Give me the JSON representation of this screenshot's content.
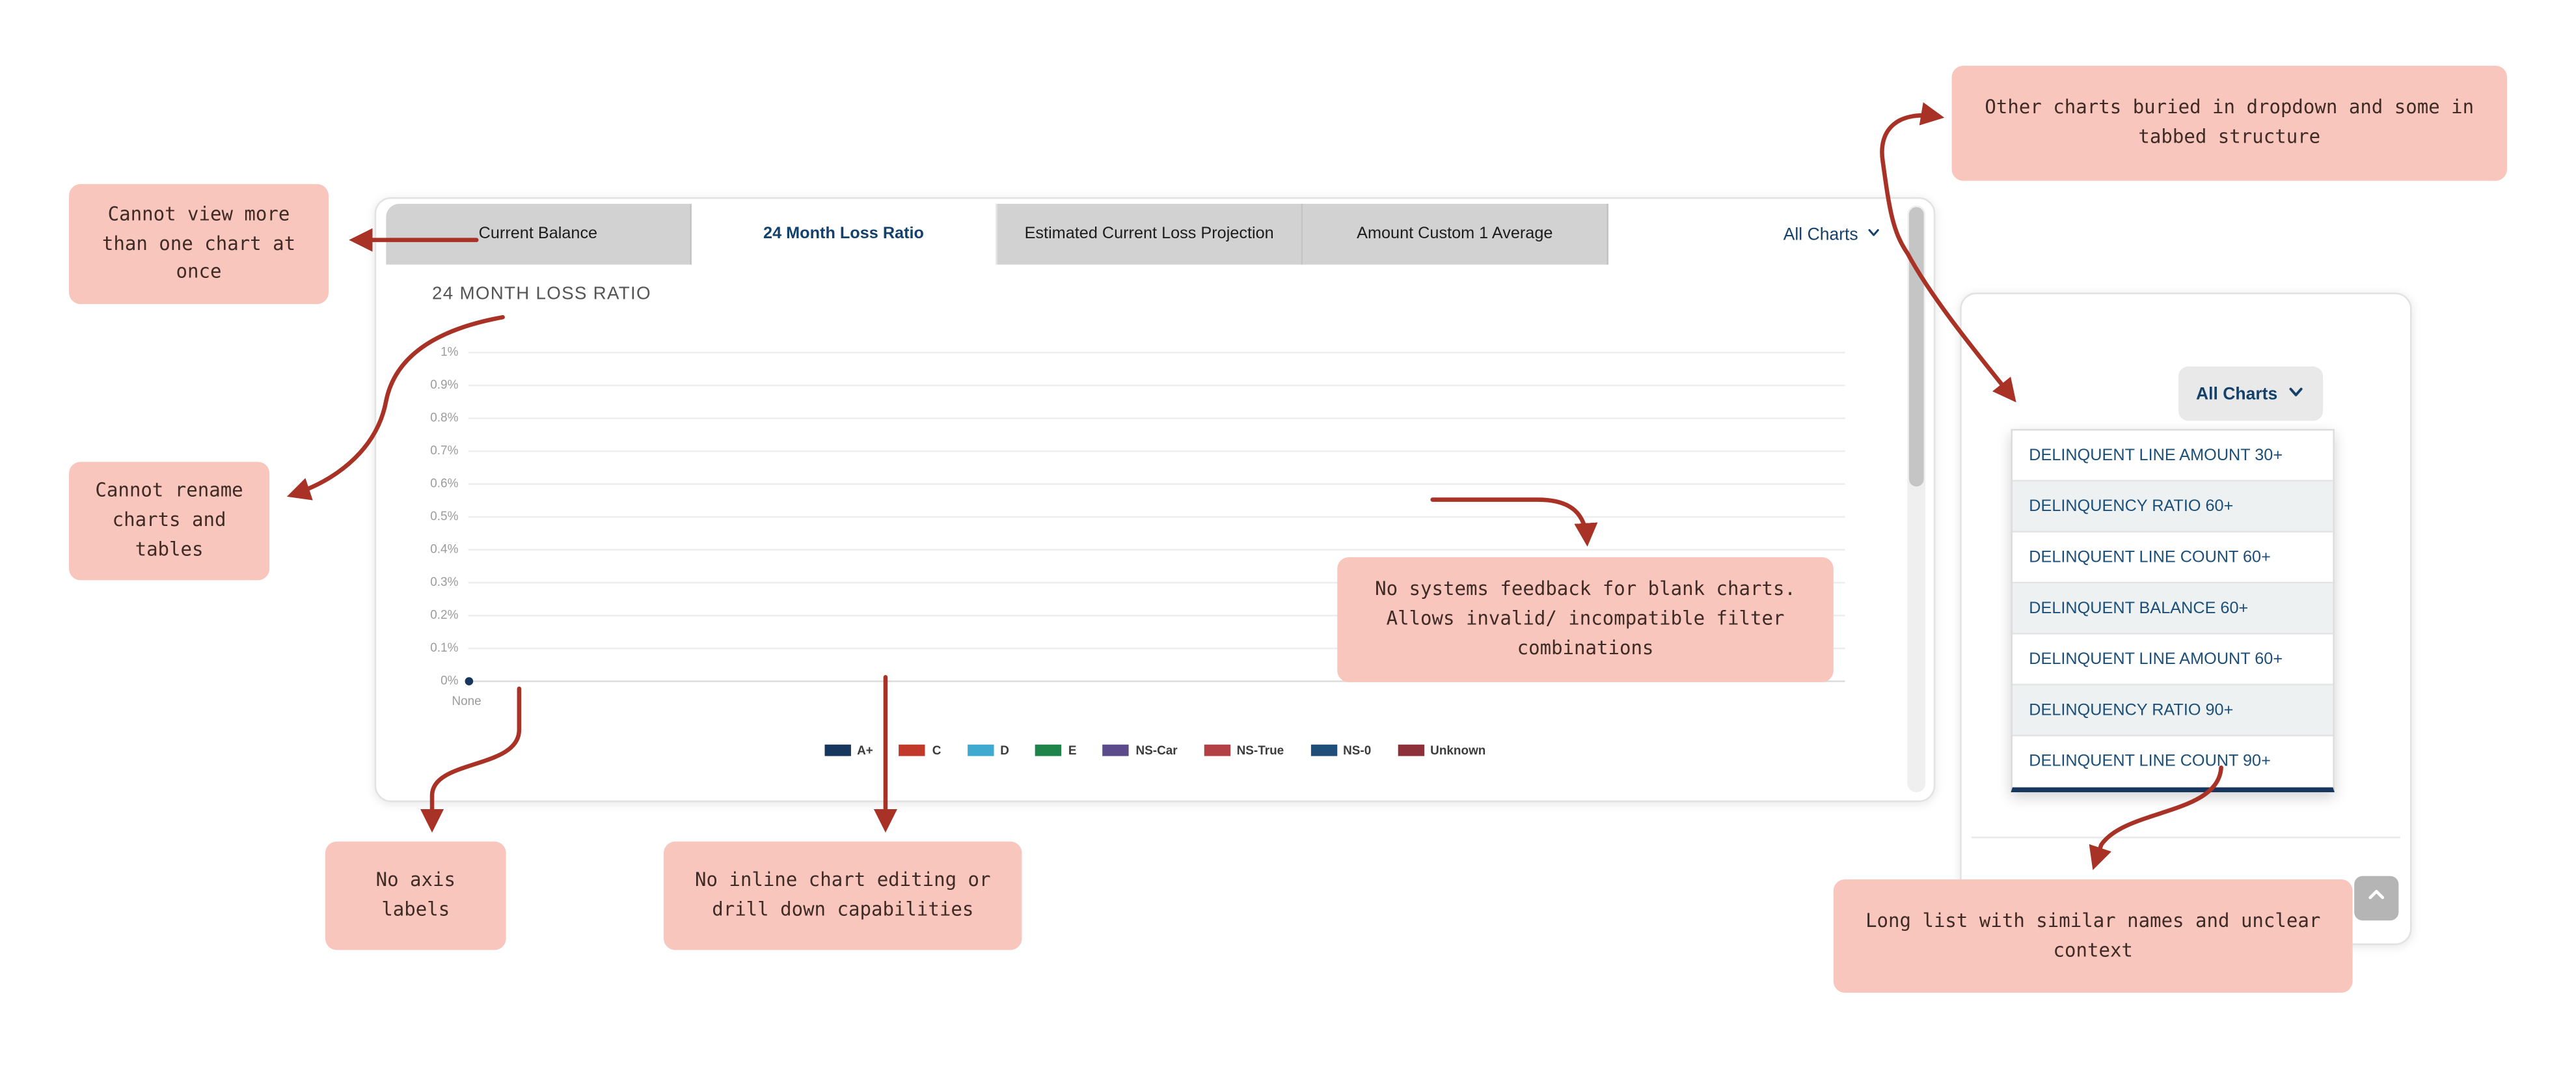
{
  "colors": {
    "annotation_bg": "#f8c6bc",
    "arrow_red": "#a93226",
    "navy_accent": "#17375e",
    "link_blue": "#1b4f79",
    "tab_gray": "#d2d2d2"
  },
  "main_panel": {
    "tabs": [
      {
        "label": "Current Balance",
        "active": false
      },
      {
        "label": "24 Month Loss Ratio",
        "active": true
      },
      {
        "label": "Estimated Current Loss Projection",
        "active": false
      },
      {
        "label": "Amount Custom 1 Average",
        "active": false
      }
    ],
    "all_charts_label": "All Charts",
    "chart": {
      "title": "24 MONTH LOSS RATIO",
      "y_ticks": [
        "1%",
        "0.9%",
        "0.8%",
        "0.7%",
        "0.6%",
        "0.5%",
        "0.4%",
        "0.3%",
        "0.2%",
        "0.1%",
        "0%"
      ],
      "x_tick": "None",
      "legend": [
        {
          "label": "A+",
          "color": "#17375e"
        },
        {
          "label": "C",
          "color": "#c0392b"
        },
        {
          "label": "D",
          "color": "#3fa9d0"
        },
        {
          "label": "E",
          "color": "#1e8449"
        },
        {
          "label": "NS-Car",
          "color": "#5b4b8a"
        },
        {
          "label": "NS-True",
          "color": "#b34045"
        },
        {
          "label": "NS-0",
          "color": "#1f4e79"
        },
        {
          "label": "Unknown",
          "color": "#8e3039"
        }
      ]
    }
  },
  "dropdown_panel": {
    "button_label": "All Charts",
    "menu_items": [
      "DELINQUENT LINE AMOUNT 30+",
      "DELINQUENCY RATIO 60+",
      "DELINQUENT LINE COUNT 60+",
      "DELINQUENT BALANCE 60+",
      "DELINQUENT LINE AMOUNT 60+",
      "DELINQUENCY RATIO 90+",
      "DELINQUENT LINE COUNT 90+"
    ]
  },
  "annotations": {
    "other_charts": "Other charts buried in dropdown and some in tabbed structure",
    "cannot_view": "Cannot view more than one chart at once",
    "cannot_rename": "Cannot rename charts and tables",
    "no_feedback": "No systems feedback for blank charts. Allows invalid/ incompatible filter combinations",
    "no_axis": "No axis labels",
    "no_inline": "No inline chart editing or drill down capabilities",
    "long_list": "Long list with similar names and unclear context"
  },
  "chart_data": {
    "type": "line",
    "title": "24 MONTH LOSS RATIO",
    "x_categories": [
      "None"
    ],
    "series": [],
    "legend_entries": [
      "A+",
      "C",
      "D",
      "E",
      "NS-Car",
      "NS-True",
      "NS-0",
      "Unknown"
    ],
    "ylim": [
      0,
      1
    ],
    "y_unit": "%",
    "grid": true,
    "legend_position": "bottom",
    "note": "Chart area is blank - no data series plotted"
  }
}
